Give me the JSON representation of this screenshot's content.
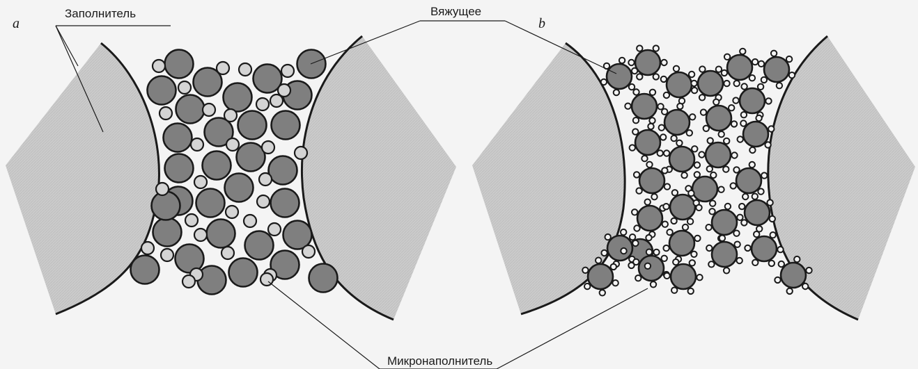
{
  "panels": {
    "a": {
      "letter": "a"
    },
    "b": {
      "letter": "b"
    }
  },
  "labels": {
    "filler": "Заполнитель",
    "binder": "Вяжущее",
    "microfiller": "Микронаполнитель"
  },
  "colors": {
    "background": "#f4f4f4",
    "aggregate_fill": "#cccccc",
    "binder_fill": "#7f7f7f",
    "microfiller_fill": "#d4d4d4",
    "outline": "#1a1a1a"
  }
}
